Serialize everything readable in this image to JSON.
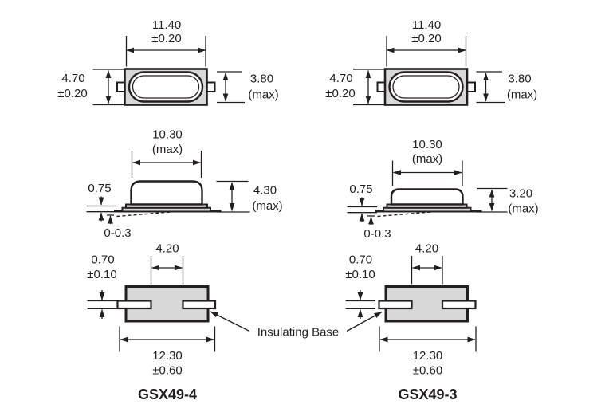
{
  "colors": {
    "line": "#231f20",
    "package_fill": "#d8d8d8",
    "cavity_fill": "#ffffff",
    "background": "#ffffff"
  },
  "top_views": {
    "left": {
      "width": "11.40",
      "width_tol": "±0.20",
      "height": "4.70",
      "height_tol": "±0.20",
      "lid_width": "3.80",
      "lid_max": "(max)"
    },
    "right": {
      "width": "11.40",
      "width_tol": "±0.20",
      "height": "4.70",
      "height_tol": "±0.20",
      "lid_width": "3.80",
      "lid_max": "(max)"
    }
  },
  "side_views": {
    "left": {
      "body_width": "10.30",
      "body_width_max": "(max)",
      "lead_thickness": "0.75",
      "standoff": "0-0.3",
      "height": "4.30",
      "height_max": "(max)"
    },
    "right": {
      "body_width": "10.30",
      "body_width_max": "(max)",
      "lead_thickness": "0.75",
      "standoff": "0-0.3",
      "height": "3.20",
      "height_max": "(max)"
    }
  },
  "bottom_views": {
    "left": {
      "pad_gap": "4.20",
      "lead_width": "0.70",
      "lead_width_tol": "±0.10",
      "overall_width": "12.30",
      "overall_width_tol": "±0.60",
      "part_number": "GSX49-4"
    },
    "right": {
      "pad_gap": "4.20",
      "lead_width": "0.70",
      "lead_width_tol": "±0.10",
      "overall_width": "12.30",
      "overall_width_tol": "±0.60",
      "part_number": "GSX49-3"
    }
  },
  "annotations": {
    "insulating_base": "Insulating Base"
  }
}
